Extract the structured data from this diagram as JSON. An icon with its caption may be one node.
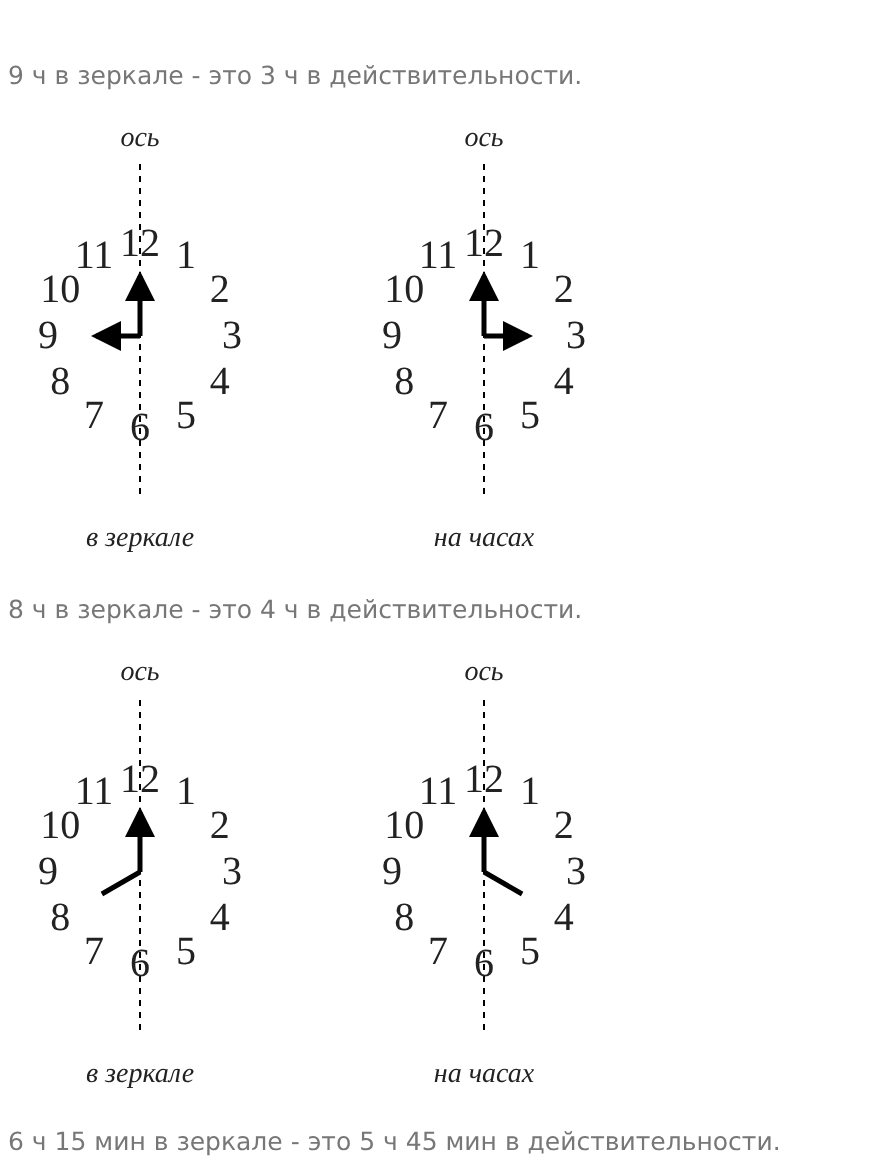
{
  "diagram": {
    "labels": [
      "9 ч в зеркале - это 3 ч в действительности.",
      "ось",
      "ось",
      "12",
      "1",
      "2",
      "3",
      "4",
      "5",
      "6",
      "7",
      "8",
      "9",
      "10",
      "11",
      "12",
      "1",
      "2",
      "3",
      "4",
      "5",
      "6",
      "7",
      "8",
      "9",
      "10",
      "11",
      "в зеркале",
      "на часах",
      "8 ч в зеркале - это 4 ч в действительности.",
      "ось",
      "ось",
      "12",
      "1",
      "2",
      "3",
      "4",
      "5",
      "6",
      "7",
      "8",
      "9",
      "10",
      "11",
      "12",
      "1",
      "2",
      "3",
      "4",
      "5",
      "6",
      "7",
      "8",
      "9",
      "10",
      "11",
      "в зеркале",
      "на часах",
      "6 ч 15 мин в зеркале - это 5 ч 45 мин в действительности."
    ]
  }
}
